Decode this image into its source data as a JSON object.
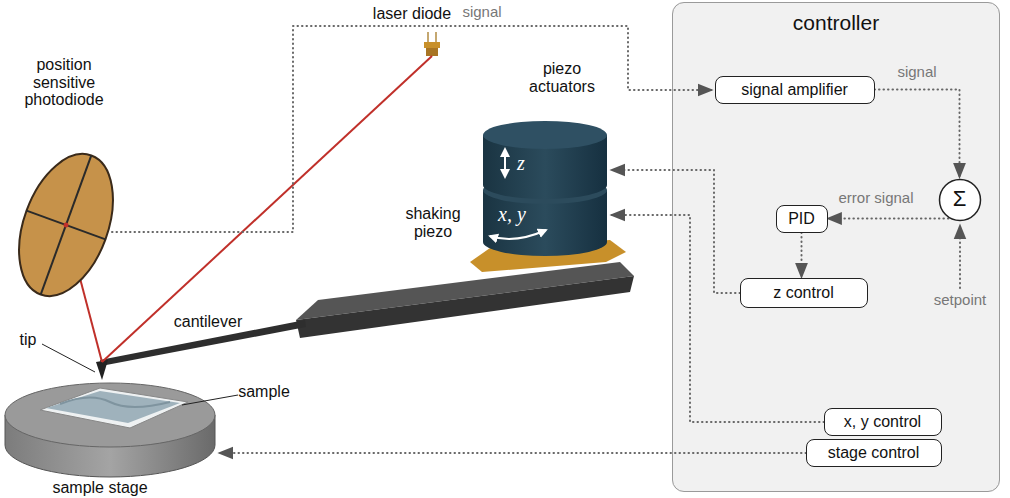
{
  "diagram": {
    "nodes": [
      {
        "text": [
          "controller"
        ]
      },
      {
        "text": [
          "signal amplifier"
        ],
        "in": 0
      },
      {
        "text": [
          "Σ"
        ],
        "in": 0
      },
      {
        "text": [
          "PID"
        ],
        "in": 0
      },
      {
        "text": [
          "z control"
        ],
        "in": 0
      },
      {
        "text": [
          "x, y control"
        ],
        "in": 0
      },
      {
        "text": [
          "stage control"
        ],
        "in": 0
      }
    ],
    "edges": [
      {
        "from": 1,
        "to": 2,
        "arrow": "to",
        "label": "signal"
      },
      {
        "from": 2,
        "to": 3,
        "arrow": "to",
        "label": "error signal"
      },
      {
        "from": 3,
        "to": 4,
        "arrow": "to"
      }
    ],
    "labels": [
      "laser diode",
      "signal",
      "position sensitive photodiode",
      "piezo actuators",
      "z",
      "x, y",
      "shaking piezo",
      "cantilever",
      "tip",
      "sample",
      "sample stage",
      "setpoint"
    ]
  }
}
